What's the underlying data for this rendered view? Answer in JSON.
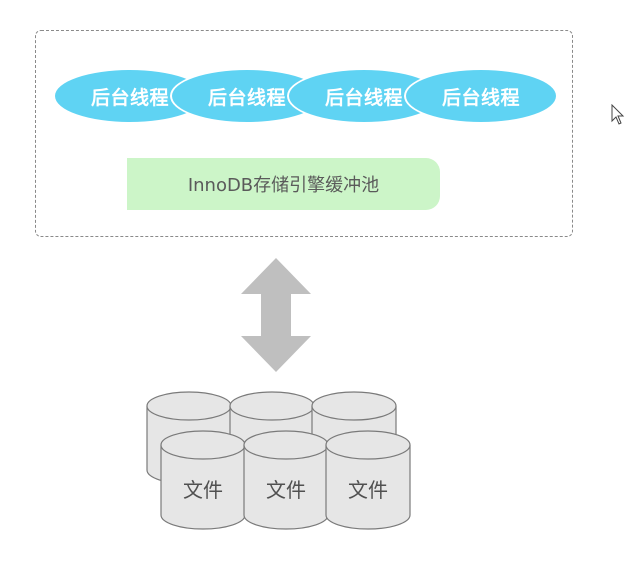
{
  "threads": [
    {
      "label": "后台线程"
    },
    {
      "label": "后台线程"
    },
    {
      "label": "后台线程"
    },
    {
      "label": "后台线程"
    }
  ],
  "buffer_pool": {
    "label": "InnoDB存储引擎缓冲池"
  },
  "files": [
    {
      "label": "文件"
    },
    {
      "label": "文件"
    },
    {
      "label": "文件"
    }
  ],
  "colors": {
    "thread_fill": "#5fd3f3",
    "pool_fill": "#ccf5c8",
    "arrow_fill": "#bfbfbf",
    "disk_fill": "#e6e6e6",
    "disk_stroke": "#7a7a7a"
  }
}
